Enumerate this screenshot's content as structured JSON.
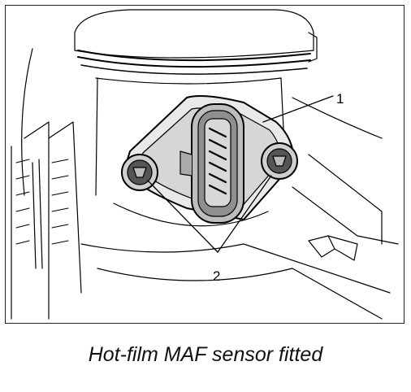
{
  "callouts": {
    "one": "1",
    "two": "2"
  },
  "caption": "Hot-film MAF sensor fitted",
  "colors": {
    "line": "#000000",
    "background": "#ffffff"
  }
}
